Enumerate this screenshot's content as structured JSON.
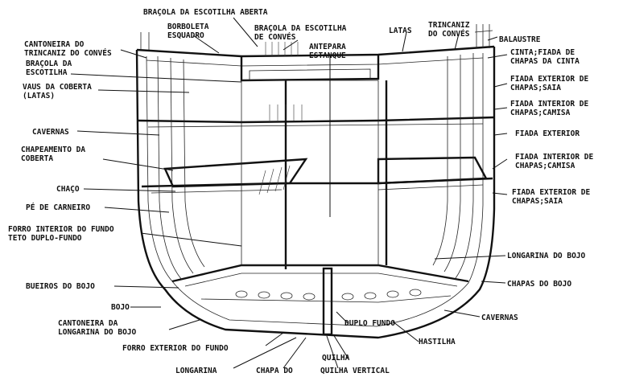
{
  "title": "",
  "colors": {
    "ink": "#111111",
    "paper": "#ffffff"
  },
  "labels": {
    "bracola_escotilha_aberta": "BRAÇOLA DA ESCOTILHA ABERTA",
    "borboleta_esquadro": "BORBOLETA\nESQUADRO",
    "bracola_escotilha_conves": "BRAÇOLA DA ESCOTILHA\nDE CONVÉS",
    "latas": "LATAS",
    "trincaniz_conves_top": "TRINCANIZ\nDO CONVÉS",
    "cantoneira_trincaniz": "CANTONEIRA DO\nTRINCANIZ DO CONVÉS",
    "antepara_estanque": "ANTEPARA\nESTANQUE",
    "balaustre": "BALAUSTRE",
    "bracola_escotilha": "BRAÇOLA DA\nESCOTILHA",
    "cinta_fiada": "CINTA;FIADA DE\nCHAPAS DA CINTA",
    "vaus_coberta": "VAUS DA COBERTA\n(LATAS)",
    "fiada_exterior_saia_top": "FIADA EXTERIOR DE\nCHAPAS;SAIA",
    "fiada_interior_camisa_top": "FIADA INTERIOR DE\nCHAPAS;CAMISA",
    "cavernas_left": "CAVERNAS",
    "fiada_exterior": "FIADA EXTERIOR",
    "chapeamento_coberta": "CHAPEAMENTO DA\nCOBERTA",
    "fiada_interior_camisa_mid": "FIADA INTERIOR DE\nCHAPAS;CAMISA",
    "chaco": "CHAÇO",
    "fiada_exterior_saia_mid": "FIADA EXTERIOR DE\nCHAPAS;SAIA",
    "pe_carneiro": "PÉ DE CARNEIRO",
    "forro_interior_fundo": "FORRO INTERIOR DO FUNDO\nTETO DUPLO-FUNDO",
    "longarina_bojo_right": "LONGARINA DO BOJO",
    "bueiros_bojo": "BUEIROS DO BOJO",
    "chapas_bojo": "CHAPAS DO BOJO",
    "bojo": "BOJO",
    "cavernas_right": "CAVERNAS",
    "cantoneira_longarina": "CANTONEIRA DA\nLONGARINA DO BOJO",
    "forro_exterior_fundo": "FORRO EXTERIOR DO FUNDO",
    "duplo_fundo": "DUPLO FUNDO",
    "hastilha": "HASTILHA",
    "quilha": "QUILHA",
    "longarina": "LONGARINA",
    "chapa_do": "CHAPA DO",
    "quilha_vertical": "QUILHA  VERTICAL"
  }
}
